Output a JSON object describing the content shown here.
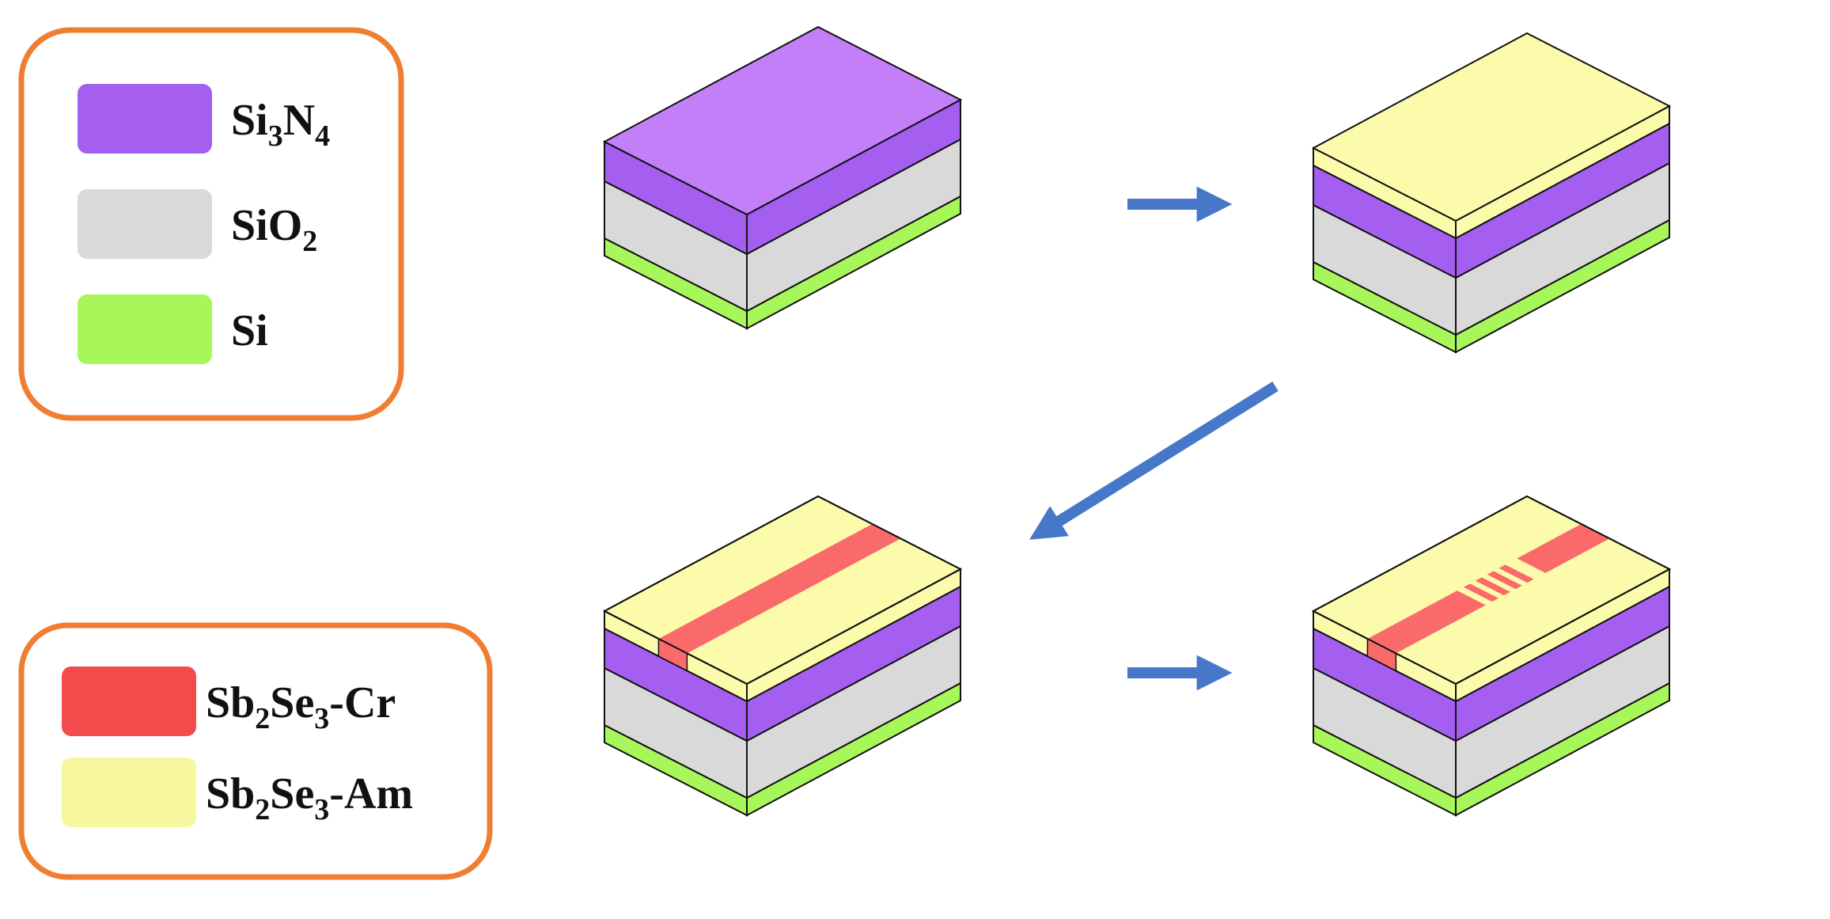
{
  "legend_top": {
    "items": [
      {
        "color": "#a45ff0",
        "label": [
          {
            "t": "Si"
          },
          {
            "t": "3",
            "sub": true
          },
          {
            "t": "N"
          },
          {
            "t": "4",
            "sub": true
          }
        ]
      },
      {
        "color": "#d9d9d9",
        "label": [
          {
            "t": "SiO"
          },
          {
            "t": "2",
            "sub": true
          }
        ]
      },
      {
        "color": "#a8f75a",
        "label": [
          {
            "t": "Si"
          }
        ]
      }
    ]
  },
  "legend_bottom": {
    "items": [
      {
        "color": "#f34b4b",
        "label": [
          {
            "t": "Sb"
          },
          {
            "t": "2",
            "sub": true
          },
          {
            "t": "Se"
          },
          {
            "t": "3",
            "sub": true
          },
          {
            "t": "-Cr"
          }
        ]
      },
      {
        "color": "#f7f7a0",
        "label": [
          {
            "t": "Sb"
          },
          {
            "t": "2",
            "sub": true
          },
          {
            "t": "Se"
          },
          {
            "t": "3",
            "sub": true
          },
          {
            "t": "-Am"
          }
        ]
      }
    ]
  },
  "colors": {
    "legend_border": "#ef7d32",
    "arrow": "#4677c8",
    "si3n4_top": "#c37ff8",
    "si3n4_side": "#a45ff0",
    "sio2": "#d9d9d9",
    "si": "#a8f75a",
    "sbse_am": "#fcfbab",
    "sbse_cr": "#fb6a6a",
    "outline": "#111111"
  },
  "steps": [
    {
      "name": "step-1",
      "layers": [
        "si",
        "sio2",
        "si3n4"
      ],
      "pattern": "none"
    },
    {
      "name": "step-2",
      "layers": [
        "si",
        "sio2",
        "si3n4",
        "sbse_am"
      ],
      "pattern": "none"
    },
    {
      "name": "step-3",
      "layers": [
        "si",
        "sio2",
        "si3n4",
        "sbse_am"
      ],
      "pattern": "crystalline-stripe"
    },
    {
      "name": "step-4",
      "layers": [
        "si",
        "sio2",
        "si3n4",
        "sbse_am"
      ],
      "pattern": "stripe-with-grating"
    }
  ],
  "arrows": [
    {
      "from": "step-1",
      "to": "step-2"
    },
    {
      "from": "step-2",
      "to": "step-3"
    },
    {
      "from": "step-3",
      "to": "step-4"
    }
  ]
}
